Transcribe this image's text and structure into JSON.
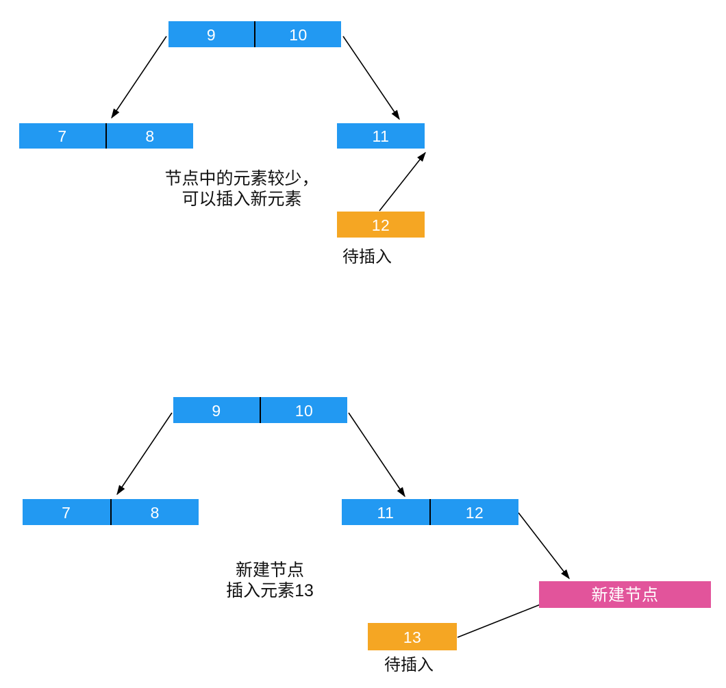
{
  "title": "btree-insert-steps",
  "colors": {
    "node_blue": "#2299F2",
    "node_orange": "#F5A623",
    "node_pink": "#E2549B",
    "arrow_black": "#000000",
    "node_text": "#FFFFFF",
    "annotation_text": "#111111",
    "background": "#FFFFFF"
  },
  "diagram1": {
    "root": {
      "cells": [
        "9",
        "10"
      ]
    },
    "left_child": {
      "cells": [
        "7",
        "8"
      ]
    },
    "right_child": {
      "cells": [
        "11"
      ]
    },
    "pending": {
      "cells": [
        "12"
      ]
    },
    "pending_label": "待插入",
    "note_line1": "节点中的元素较少，",
    "note_line2": "可以插入新元素"
  },
  "diagram2": {
    "root": {
      "cells": [
        "9",
        "10"
      ]
    },
    "left_child": {
      "cells": [
        "7",
        "8"
      ]
    },
    "right_child": {
      "cells": [
        "11",
        "12"
      ]
    },
    "new_node": {
      "label": "新建节点"
    },
    "pending": {
      "cells": [
        "13"
      ]
    },
    "pending_label": "待插入",
    "note_line1": "新建节点",
    "note_line2": "插入元素13"
  }
}
